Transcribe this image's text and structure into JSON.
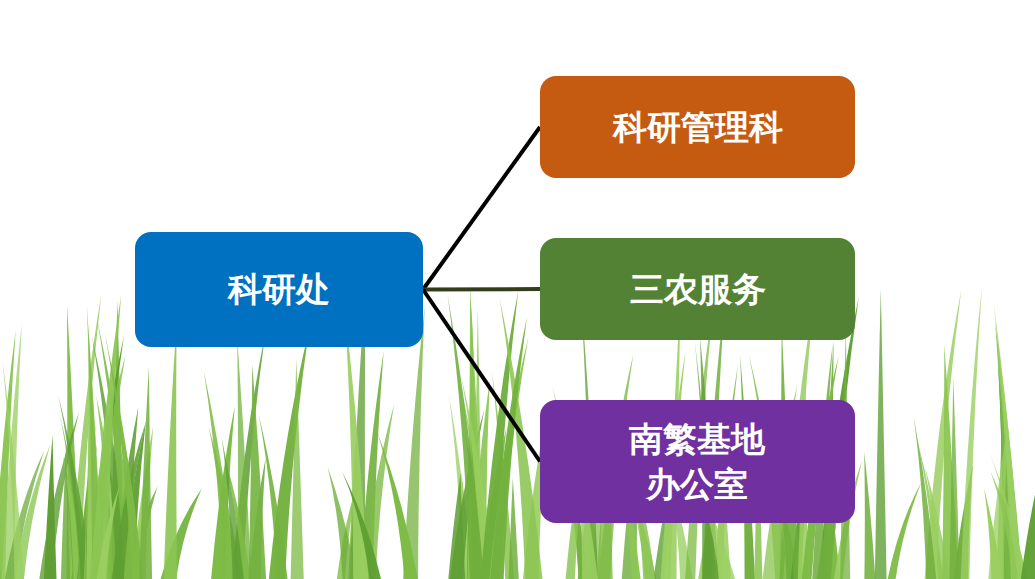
{
  "diagram": {
    "nodes": [
      {
        "text": [
          "科研处"
        ]
      },
      {
        "text": [
          "科研管理科"
        ]
      },
      {
        "text": [
          "三农服务"
        ]
      },
      {
        "text": [
          "南繁基地 办公室"
        ]
      }
    ],
    "edges": [
      {
        "from": 0,
        "to": 1,
        "arrow": "none"
      },
      {
        "from": 0,
        "to": 2,
        "arrow": "none"
      },
      {
        "from": 0,
        "to": 3,
        "arrow": "none"
      }
    ]
  }
}
